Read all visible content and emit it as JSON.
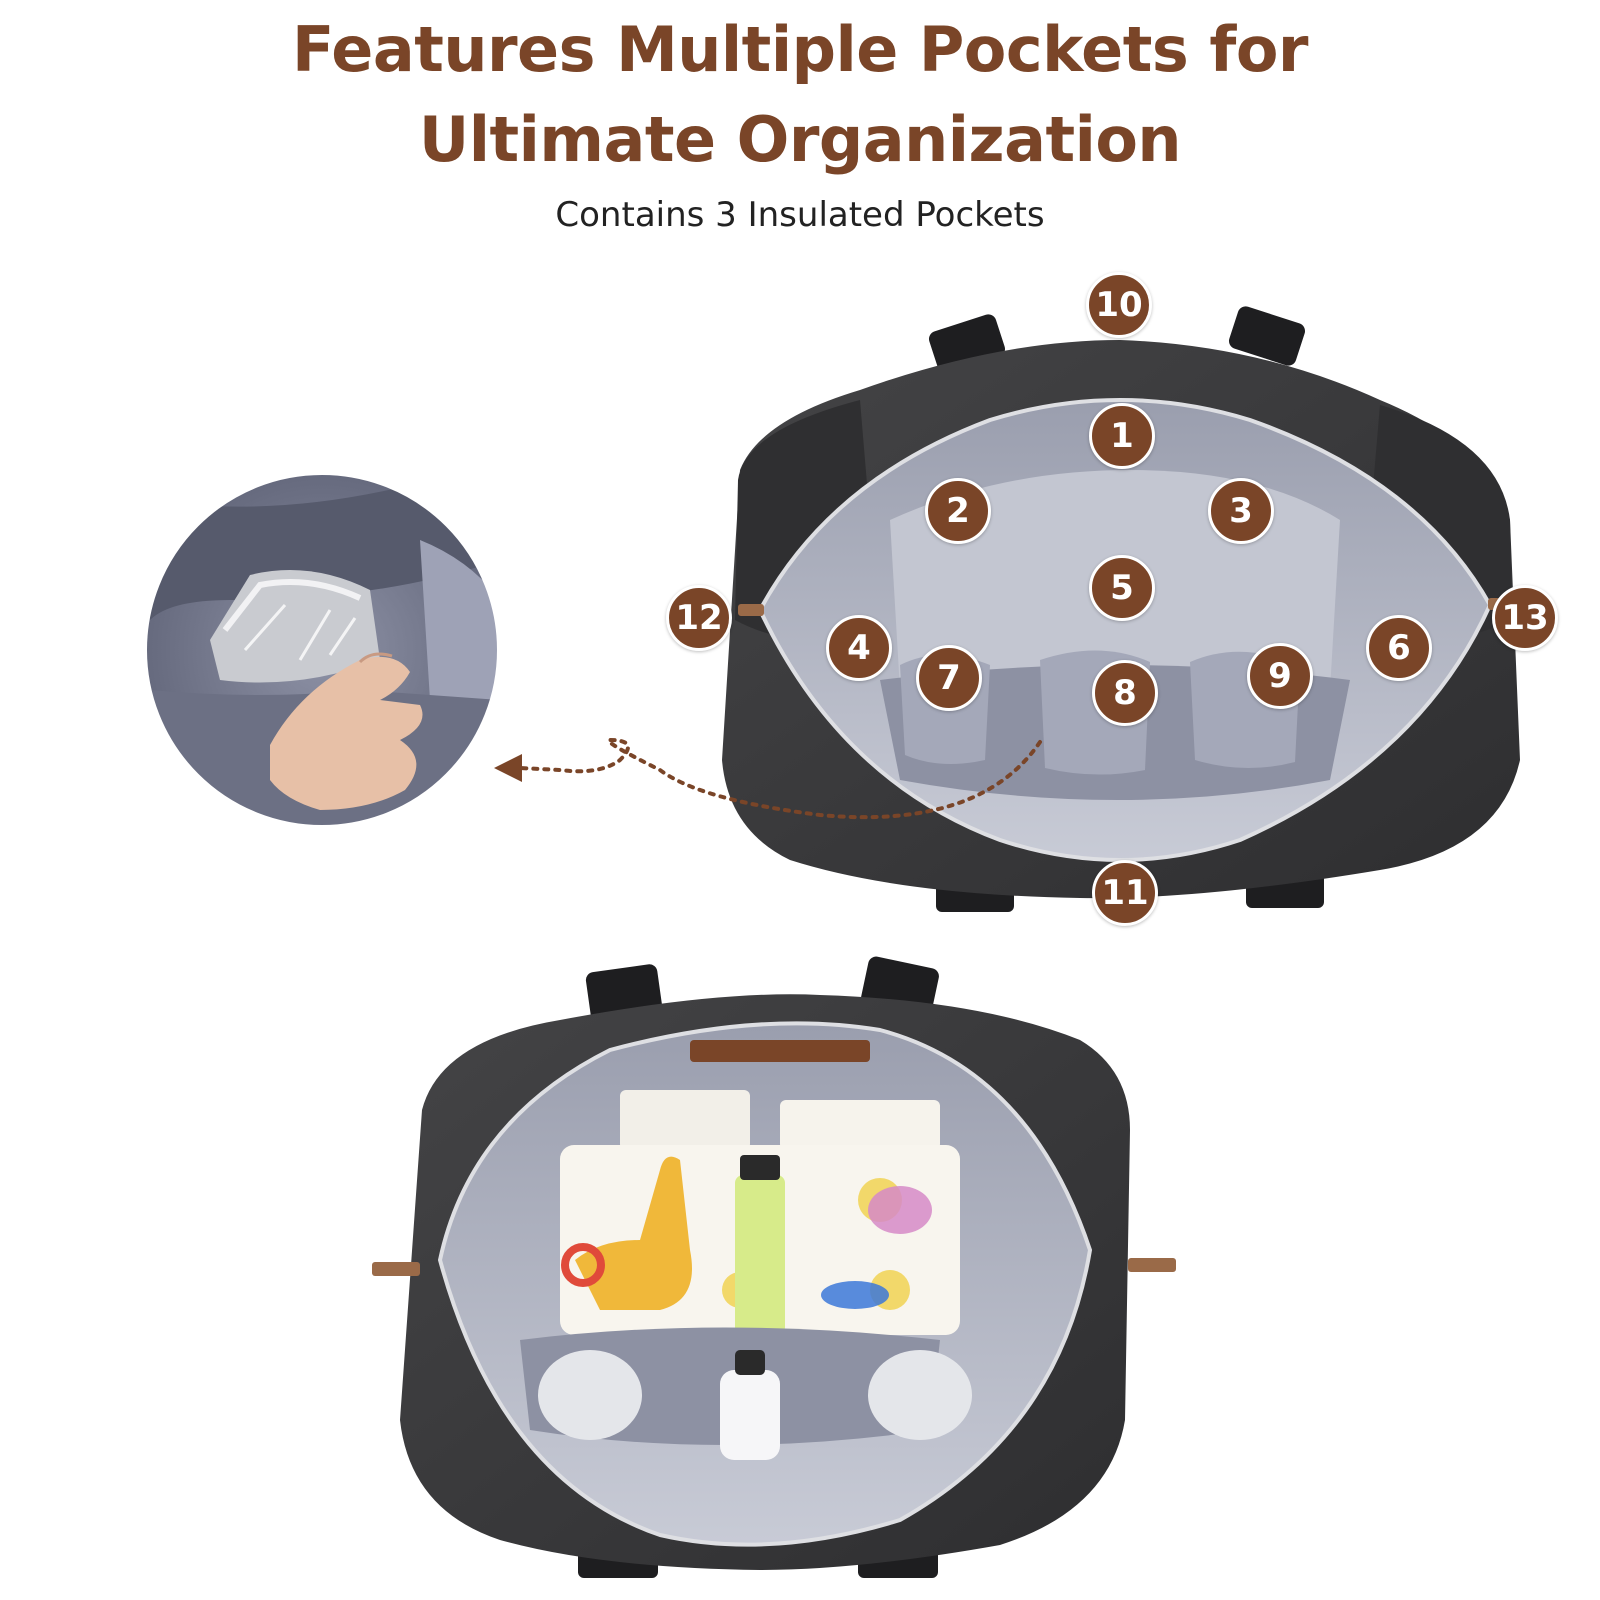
{
  "header": {
    "title_line_1": "Features Multiple Pockets for",
    "title_line_2": "Ultimate Organization",
    "subtitle": "Contains 3 Insulated Pockets"
  },
  "pocket_badges": [
    "1",
    "2",
    "3",
    "4",
    "5",
    "6",
    "7",
    "8",
    "9",
    "10",
    "11",
    "12",
    "13"
  ],
  "colors": {
    "accent_brown": "#7a4528",
    "bag_exterior": "#3a3a3c",
    "bag_lining": "#b9bcc8",
    "background": "#ffffff"
  }
}
